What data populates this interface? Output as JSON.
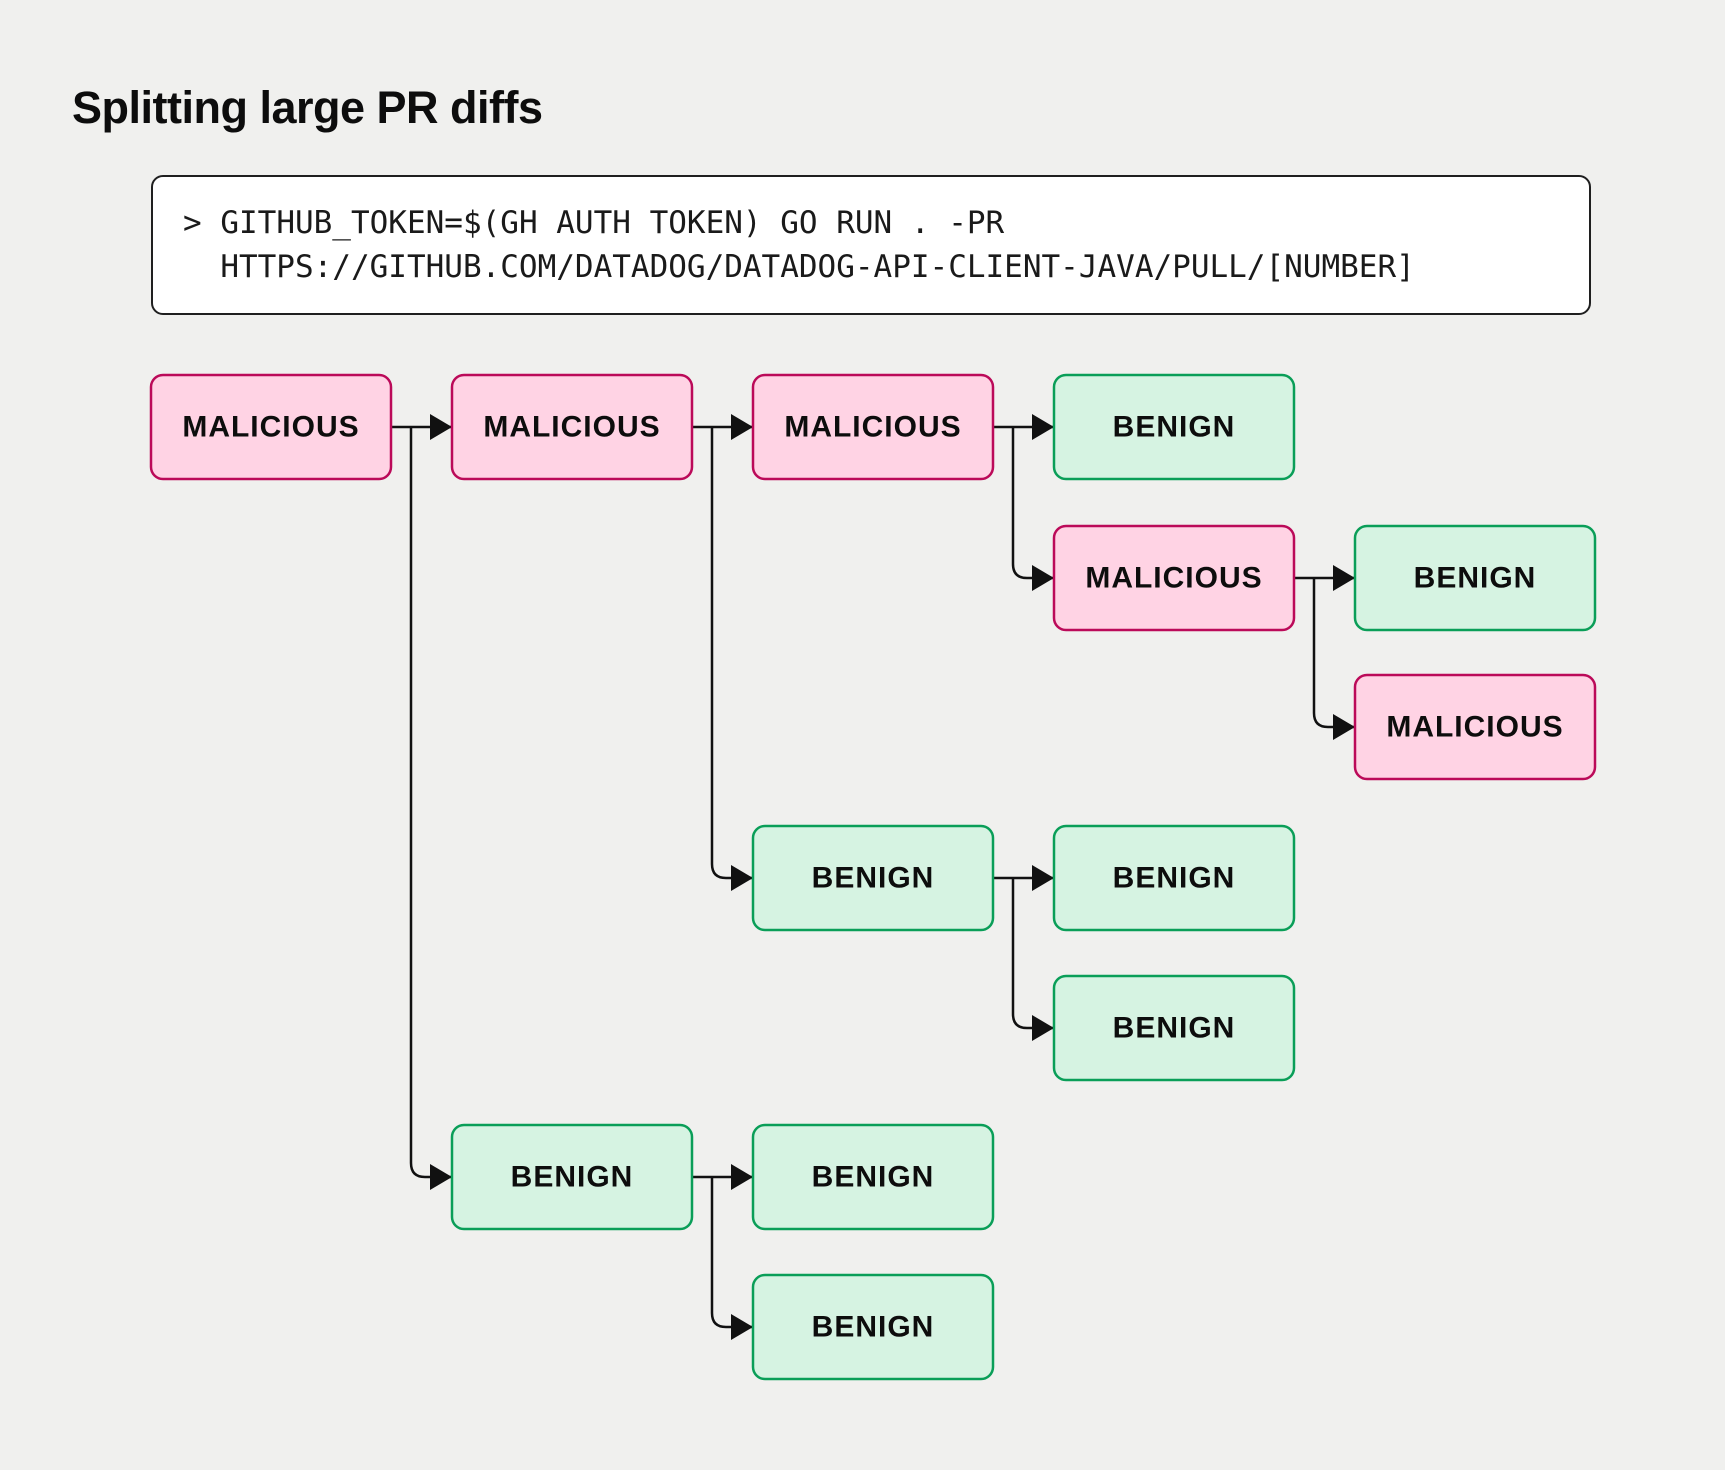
{
  "title": "Splitting large PR diffs",
  "command_box": {
    "prompt_line": "> GITHUB_TOKEN=$(GH AUTH TOKEN) GO RUN . -PR",
    "url_line": "HTTPS://GITHUB.COM/DATADOG/DATADOG-API-CLIENT-JAVA/PULL/[NUMBER]"
  },
  "diagram": {
    "nodes": [
      {
        "id": "n1",
        "label": "MALICIOUS",
        "type": "malicious"
      },
      {
        "id": "n2",
        "label": "MALICIOUS",
        "type": "malicious"
      },
      {
        "id": "n3",
        "label": "MALICIOUS",
        "type": "malicious"
      },
      {
        "id": "n4",
        "label": "BENIGN",
        "type": "benign"
      },
      {
        "id": "n5",
        "label": "MALICIOUS",
        "type": "malicious"
      },
      {
        "id": "n6",
        "label": "BENIGN",
        "type": "benign"
      },
      {
        "id": "n7",
        "label": "MALICIOUS",
        "type": "malicious"
      },
      {
        "id": "n8",
        "label": "BENIGN",
        "type": "benign"
      },
      {
        "id": "n9",
        "label": "BENIGN",
        "type": "benign"
      },
      {
        "id": "n10",
        "label": "BENIGN",
        "type": "benign"
      },
      {
        "id": "n11",
        "label": "BENIGN",
        "type": "benign"
      },
      {
        "id": "n12",
        "label": "BENIGN",
        "type": "benign"
      },
      {
        "id": "n13",
        "label": "BENIGN",
        "type": "benign"
      }
    ],
    "edges": [
      {
        "from": "n1",
        "to": "n2"
      },
      {
        "from": "n1",
        "to": "n11"
      },
      {
        "from": "n2",
        "to": "n3"
      },
      {
        "from": "n2",
        "to": "n8"
      },
      {
        "from": "n3",
        "to": "n4"
      },
      {
        "from": "n3",
        "to": "n5"
      },
      {
        "from": "n5",
        "to": "n6"
      },
      {
        "from": "n5",
        "to": "n7"
      },
      {
        "from": "n8",
        "to": "n9"
      },
      {
        "from": "n8",
        "to": "n10"
      },
      {
        "from": "n11",
        "to": "n12"
      },
      {
        "from": "n11",
        "to": "n13"
      }
    ],
    "colors": {
      "malicious_fill": "#ffd3e4",
      "malicious_border": "#bb0a59",
      "benign_fill": "#d6f3e2",
      "benign_border": "#0a9e58",
      "connector": "#111111",
      "background": "#f0f0ee",
      "code_box_background": "#ffffff"
    }
  }
}
